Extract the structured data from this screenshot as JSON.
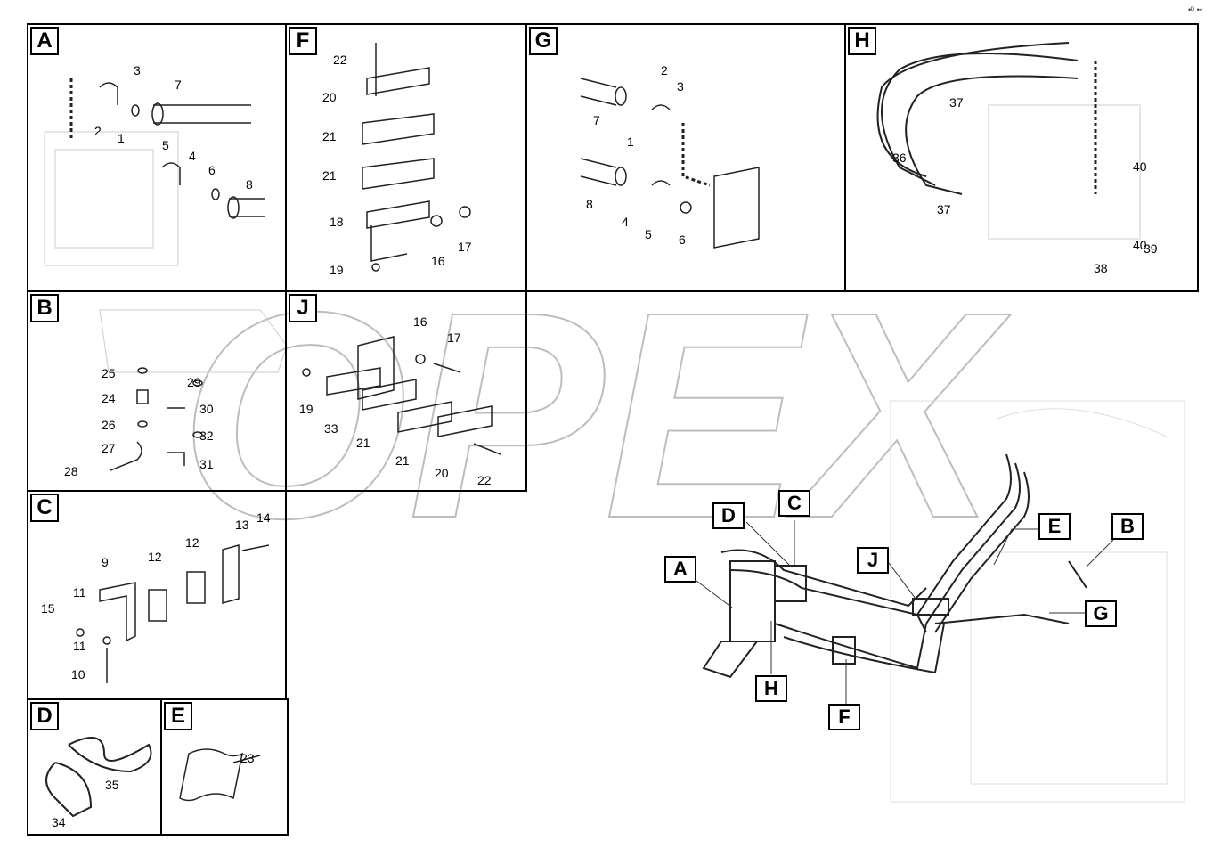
{
  "watermark": "OPEX",
  "corner_mark": "•ᴰ ••",
  "panels": [
    {
      "id": "A",
      "labels": [
        "3",
        "7",
        "2",
        "1",
        "5",
        "4",
        "6",
        "8"
      ]
    },
    {
      "id": "F",
      "labels": [
        "22",
        "20",
        "21",
        "21",
        "18",
        "16",
        "17",
        "19"
      ]
    },
    {
      "id": "G",
      "labels": [
        "2",
        "3",
        "7",
        "1",
        "8",
        "4",
        "5",
        "6"
      ]
    },
    {
      "id": "H",
      "labels": [
        "37",
        "36",
        "37",
        "40",
        "39",
        "40",
        "38"
      ]
    },
    {
      "id": "B",
      "labels": [
        "25",
        "29",
        "24",
        "30",
        "26",
        "32",
        "27",
        "31",
        "28"
      ]
    },
    {
      "id": "J",
      "labels": [
        "16",
        "17",
        "19",
        "33",
        "21",
        "21",
        "20",
        "22"
      ]
    },
    {
      "id": "C",
      "labels": [
        "13",
        "14",
        "9",
        "12",
        "12",
        "15",
        "11",
        "11",
        "10"
      ]
    },
    {
      "id": "D",
      "labels": [
        "35",
        "34"
      ]
    },
    {
      "id": "E",
      "labels": [
        "23"
      ]
    }
  ],
  "overview_callouts": [
    "D",
    "C",
    "A",
    "J",
    "E",
    "B",
    "G",
    "H",
    "F"
  ]
}
